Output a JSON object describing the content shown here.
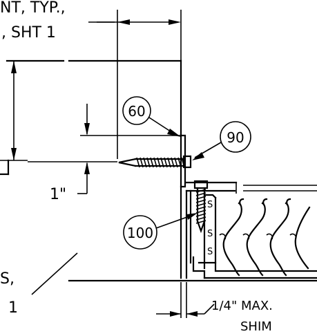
{
  "notes": {
    "top_line1": "NT, TYP.,",
    "top_line2": ", SHT 1",
    "bottom_line1": "S,",
    "bottom_line2": "1"
  },
  "dimensions": {
    "one_inch": "1\"",
    "shim_line1": "1/4\" MAX.",
    "shim_line2": "SHIM"
  },
  "callouts": [
    {
      "label": "60"
    },
    {
      "label": "90"
    },
    {
      "label": "100"
    }
  ]
}
